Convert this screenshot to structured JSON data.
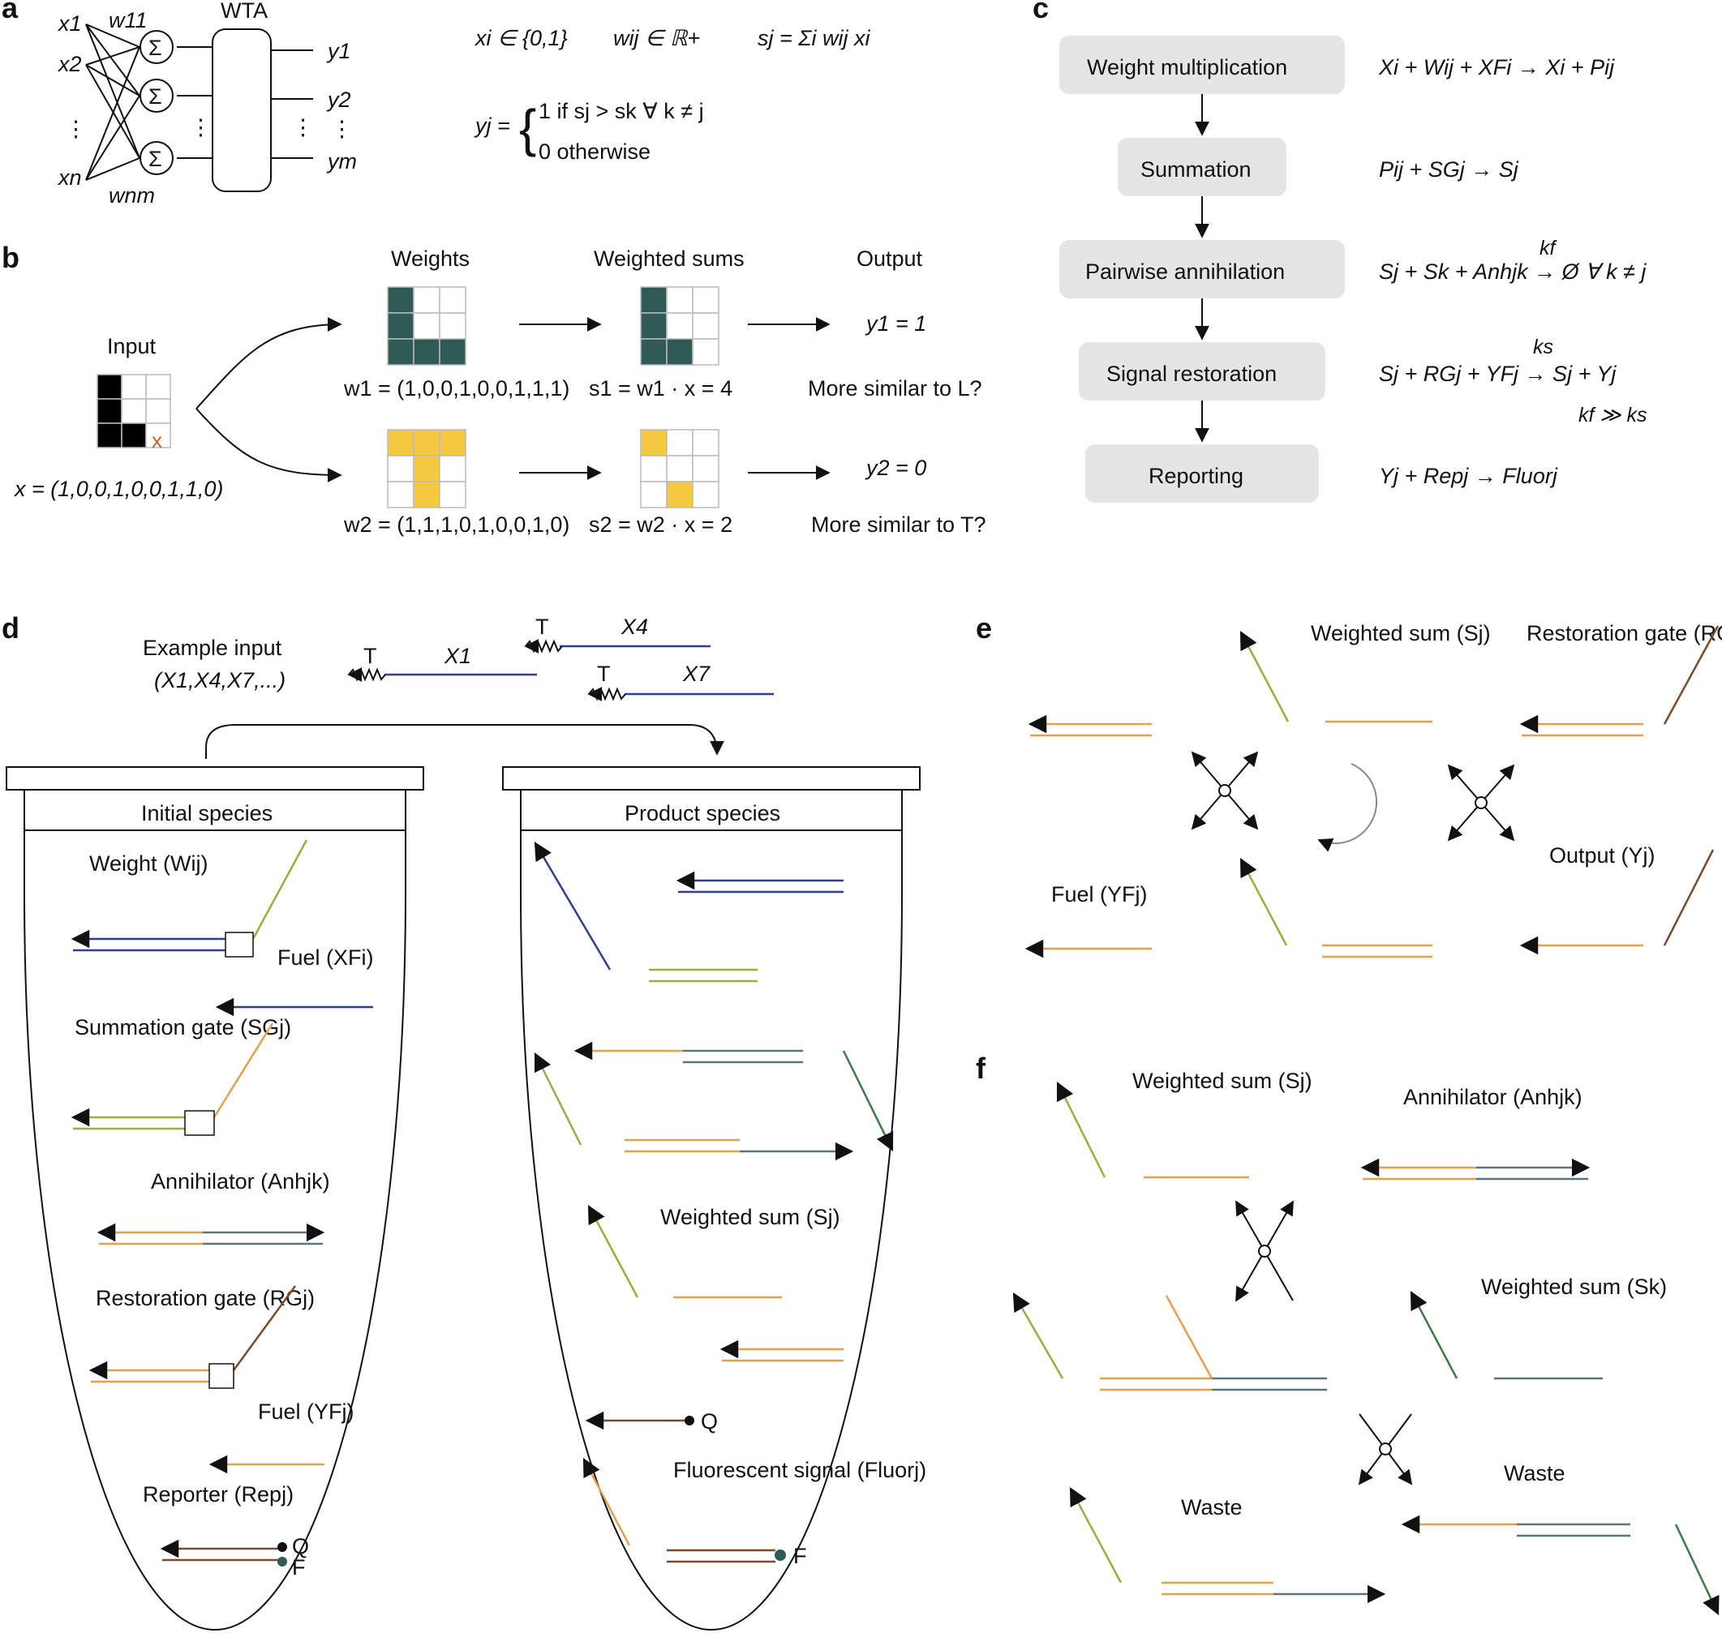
{
  "colors": {
    "blue": "#2e3f8f",
    "orange": "#e2a14a",
    "lime": "#93b23b",
    "dgreen": "#3c7a45",
    "steel": "#5a7580",
    "brown": "#7a4a2a",
    "teal": "#2f5a56",
    "yellow": "#f5c842",
    "gray_box": "#e5e5e5",
    "gray_text": "#9a9a9a",
    "x_mark": "#d06020"
  },
  "panel_labels": [
    "a",
    "b",
    "c",
    "d",
    "e",
    "f"
  ],
  "a": {
    "inputs": [
      "x1",
      "x2",
      "⋮",
      "xn"
    ],
    "weights": [
      "w11",
      "wnm"
    ],
    "wta": "WTA",
    "outputs": [
      "y1",
      "y2",
      "⋮",
      "ym"
    ],
    "sum_symbol": "Σ",
    "eq_x": "xi ∈ {0,1}",
    "eq_w": "wij ∈ ℝ+",
    "eq_s": "sj = Σi wij xi",
    "eq_y_lhs": "yj =",
    "eq_y_case1": "1  if sj > sk ∀ k ≠ j",
    "eq_y_case2": "0  otherwise"
  },
  "b": {
    "input_title": "Input",
    "weights_title": "Weights",
    "sums_title": "Weighted sums",
    "output_title": "Output",
    "input_grid": [
      1,
      0,
      0,
      1,
      0,
      0,
      1,
      1,
      0
    ],
    "input_mark": "x",
    "x_vec": "x = (1,0,0,1,0,0,1,1,0)",
    "w1_grid": [
      1,
      0,
      0,
      1,
      0,
      0,
      1,
      1,
      1
    ],
    "s1_grid": [
      1,
      0,
      0,
      1,
      0,
      0,
      1,
      1,
      0
    ],
    "w2_grid": [
      1,
      1,
      1,
      0,
      1,
      0,
      0,
      1,
      0
    ],
    "s2_grid": [
      1,
      0,
      0,
      0,
      0,
      0,
      0,
      1,
      0
    ],
    "w1_vec": "w1 = (1,0,0,1,0,0,1,1,1)",
    "w2_vec": "w2 = (1,1,1,0,1,0,0,1,0)",
    "s1_eq": "s1 = w1 · x = 4",
    "s2_eq": "s2 = w2 · x = 2",
    "y1": "y1 = 1",
    "y2": "y2 = 0",
    "q1": "More similar to L?",
    "q2": "More similar to T?"
  },
  "c": {
    "steps": [
      {
        "box": "Weight multiplication",
        "eq": "Xi + Wij + XFi → Xi + Pij"
      },
      {
        "box": "Summation",
        "eq": "Pij + SGj → Sj"
      },
      {
        "box": "Pairwise annihilation",
        "eq": "Sj + Sk + Anhjk → Ø   ∀ k ≠ j",
        "rate": "kf"
      },
      {
        "box": "Signal restoration",
        "eq": "Sj + RGj + YFj → Sj + Yj",
        "rate": "ks"
      },
      {
        "box": "Reporting",
        "eq": "Yj + Repj → Fluorj"
      }
    ],
    "rate_note": "kf ≫ ks"
  },
  "d": {
    "example_input": "Example input",
    "example_tuple": "(X1,X4,X7,...)",
    "strands": [
      "X1",
      "X4",
      "X7"
    ],
    "toehold": "T",
    "initial_title": "Initial species",
    "product_title": "Product species",
    "initial": {
      "weight": "Weight (Wij)",
      "fuel_xf": "Fuel (XFi)",
      "summation": "Summation gate (SGj)",
      "annihilator": "Annihilator (Anhjk)",
      "restoration": "Restoration gate (RGj)",
      "fuel_yf": "Fuel (YFj)",
      "reporter": "Reporter (Repj)"
    },
    "product": {
      "weighted_sum": "Weighted sum (Sj)",
      "fluor": "Fluorescent signal (Fluorj)"
    },
    "q": "Q",
    "f": "F"
  },
  "e": {
    "weighted_sum": "Weighted sum (Sj)",
    "restoration_gate": "Restoration gate (RGj)",
    "fuel": "Fuel (YFj)",
    "output": "Output (Yj)"
  },
  "f": {
    "weighted_sum_j": "Weighted sum (Sj)",
    "annihilator": "Annihilator (Anhjk)",
    "weighted_sum_k": "Weighted sum (Sk)",
    "waste1": "Waste",
    "waste2": "Waste"
  }
}
